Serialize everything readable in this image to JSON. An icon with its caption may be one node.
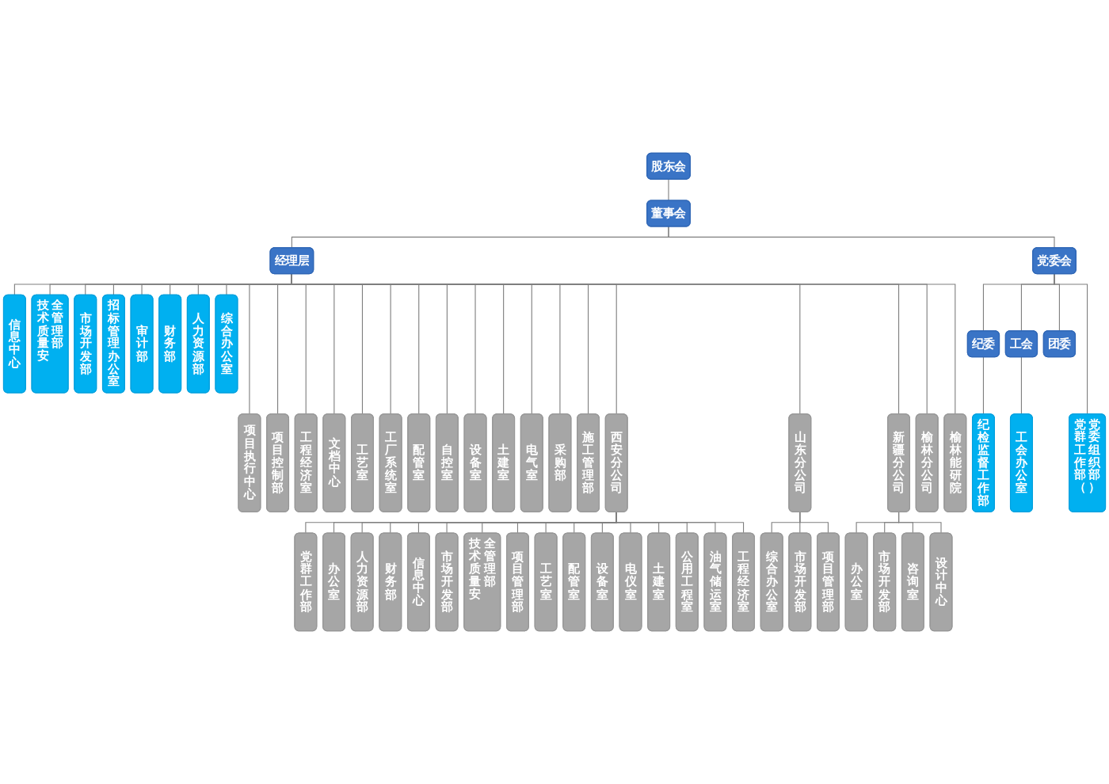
{
  "diagram": {
    "nodes": [
      {
        "text": [
          "股东会"
        ]
      },
      {
        "text": [
          "董事会"
        ]
      },
      {
        "text": [
          "党委会"
        ]
      },
      {
        "text": [
          "经理层"
        ]
      },
      {
        "text": [
          "纪委"
        ]
      },
      {
        "text": [
          "工会"
        ]
      },
      {
        "text": [
          "团委"
        ]
      },
      {
        "text": [
          "信息中心"
        ]
      },
      {
        "text": [
          "技术质量安全管理部"
        ]
      },
      {
        "text": [
          "市场开发部"
        ]
      },
      {
        "text": [
          "招标管理办公室"
        ]
      },
      {
        "text": [
          "审计部"
        ]
      },
      {
        "text": [
          "财务部"
        ]
      },
      {
        "text": [
          "人力资源部"
        ]
      },
      {
        "text": [
          "综合办公室"
        ]
      },
      {
        "text": [
          "党群工作部（党委组织部）"
        ]
      },
      {
        "text": [
          "纪检监督工作部"
        ]
      },
      {
        "text": [
          "工会办公室"
        ]
      },
      {
        "text": [
          "项目执行中心"
        ]
      },
      {
        "text": [
          "项目控制部"
        ]
      },
      {
        "text": [
          "工程经济室"
        ]
      },
      {
        "text": [
          "文档中心"
        ]
      },
      {
        "text": [
          "工艺室"
        ]
      },
      {
        "text": [
          "工厂系统室"
        ]
      },
      {
        "text": [
          "配管室"
        ]
      },
      {
        "text": [
          "自控室"
        ]
      },
      {
        "text": [
          "设备室"
        ]
      },
      {
        "text": [
          "土建室"
        ]
      },
      {
        "text": [
          "电气室"
        ]
      },
      {
        "text": [
          "采购部"
        ]
      },
      {
        "text": [
          "施工管理部"
        ]
      },
      {
        "text": [
          "西安分公司"
        ]
      },
      {
        "text": [
          "山东分公司"
        ]
      },
      {
        "text": [
          "新疆分公司"
        ]
      },
      {
        "text": [
          "榆林分公司"
        ]
      },
      {
        "text": [
          "榆林能研院"
        ]
      },
      {
        "text": [
          "党群工作部"
        ]
      },
      {
        "text": [
          "办公室"
        ]
      },
      {
        "text": [
          "人力资源部"
        ]
      },
      {
        "text": [
          "财务部"
        ]
      },
      {
        "text": [
          "信息中心"
        ]
      },
      {
        "text": [
          "市场开发部"
        ]
      },
      {
        "text": [
          "技术质量安全管理部"
        ]
      },
      {
        "text": [
          "项目管理部"
        ]
      },
      {
        "text": [
          "工艺室"
        ]
      },
      {
        "text": [
          "配管室"
        ]
      },
      {
        "text": [
          "设备室"
        ]
      },
      {
        "text": [
          "电仪室"
        ]
      },
      {
        "text": [
          "土建室"
        ]
      },
      {
        "text": [
          "公用工程室"
        ]
      },
      {
        "text": [
          "油气储运室"
        ]
      },
      {
        "text": [
          "工程经济室"
        ]
      },
      {
        "text": [
          "综合办公室"
        ]
      },
      {
        "text": [
          "市场开发部"
        ]
      },
      {
        "text": [
          "项目管理部"
        ]
      },
      {
        "text": [
          "办公室"
        ]
      },
      {
        "text": [
          "市场开发部"
        ]
      },
      {
        "text": [
          "咨询室"
        ]
      },
      {
        "text": [
          "设计中心"
        ]
      }
    ],
    "edges": [
      {
        "from": 0,
        "to": 1,
        "arrow": "none"
      },
      {
        "from": 1,
        "to": 3,
        "arrow": "none"
      },
      {
        "from": 1,
        "to": 2,
        "arrow": "none"
      },
      {
        "from": 2,
        "to": 4,
        "arrow": "none"
      },
      {
        "from": 2,
        "to": 5,
        "arrow": "none"
      },
      {
        "from": 2,
        "to": 6,
        "arrow": "none"
      },
      {
        "from": 2,
        "to": 15,
        "arrow": "none"
      },
      {
        "from": 4,
        "to": 16,
        "arrow": "none"
      },
      {
        "from": 5,
        "to": 17,
        "arrow": "none"
      },
      {
        "from": 3,
        "to": 7,
        "arrow": "none"
      },
      {
        "from": 3,
        "to": 8,
        "arrow": "none"
      },
      {
        "from": 3,
        "to": 9,
        "arrow": "none"
      },
      {
        "from": 3,
        "to": 10,
        "arrow": "none"
      },
      {
        "from": 3,
        "to": 11,
        "arrow": "none"
      },
      {
        "from": 3,
        "to": 12,
        "arrow": "none"
      },
      {
        "from": 3,
        "to": 13,
        "arrow": "none"
      },
      {
        "from": 3,
        "to": 14,
        "arrow": "none"
      },
      {
        "from": 3,
        "to": 18,
        "arrow": "none"
      },
      {
        "from": 3,
        "to": 19,
        "arrow": "none"
      },
      {
        "from": 3,
        "to": 20,
        "arrow": "none"
      },
      {
        "from": 3,
        "to": 21,
        "arrow": "none"
      },
      {
        "from": 3,
        "to": 22,
        "arrow": "none"
      },
      {
        "from": 3,
        "to": 23,
        "arrow": "none"
      },
      {
        "from": 3,
        "to": 24,
        "arrow": "none"
      },
      {
        "from": 3,
        "to": 25,
        "arrow": "none"
      },
      {
        "from": 3,
        "to": 26,
        "arrow": "none"
      },
      {
        "from": 3,
        "to": 27,
        "arrow": "none"
      },
      {
        "from": 3,
        "to": 28,
        "arrow": "none"
      },
      {
        "from": 3,
        "to": 29,
        "arrow": "none"
      },
      {
        "from": 3,
        "to": 30,
        "arrow": "none"
      },
      {
        "from": 3,
        "to": 31,
        "arrow": "none"
      },
      {
        "from": 3,
        "to": 32,
        "arrow": "none"
      },
      {
        "from": 3,
        "to": 33,
        "arrow": "none"
      },
      {
        "from": 3,
        "to": 34,
        "arrow": "none"
      },
      {
        "from": 3,
        "to": 35,
        "arrow": "none"
      },
      {
        "from": 31,
        "to": 36,
        "arrow": "none"
      },
      {
        "from": 31,
        "to": 37,
        "arrow": "none"
      },
      {
        "from": 31,
        "to": 38,
        "arrow": "none"
      },
      {
        "from": 31,
        "to": 39,
        "arrow": "none"
      },
      {
        "from": 31,
        "to": 40,
        "arrow": "none"
      },
      {
        "from": 31,
        "to": 41,
        "arrow": "none"
      },
      {
        "from": 31,
        "to": 42,
        "arrow": "none"
      },
      {
        "from": 31,
        "to": 43,
        "arrow": "none"
      },
      {
        "from": 31,
        "to": 44,
        "arrow": "none"
      },
      {
        "from": 31,
        "to": 45,
        "arrow": "none"
      },
      {
        "from": 31,
        "to": 46,
        "arrow": "none"
      },
      {
        "from": 31,
        "to": 47,
        "arrow": "none"
      },
      {
        "from": 31,
        "to": 48,
        "arrow": "none"
      },
      {
        "from": 31,
        "to": 49,
        "arrow": "none"
      },
      {
        "from": 31,
        "to": 50,
        "arrow": "none"
      },
      {
        "from": 31,
        "to": 51,
        "arrow": "none"
      },
      {
        "from": 32,
        "to": 52,
        "arrow": "none"
      },
      {
        "from": 32,
        "to": 53,
        "arrow": "none"
      },
      {
        "from": 32,
        "to": 54,
        "arrow": "none"
      },
      {
        "from": 33,
        "to": 55,
        "arrow": "none"
      },
      {
        "from": 33,
        "to": 56,
        "arrow": "none"
      },
      {
        "from": 33,
        "to": 57,
        "arrow": "none"
      },
      {
        "from": 33,
        "to": 58,
        "arrow": "none"
      }
    ]
  }
}
